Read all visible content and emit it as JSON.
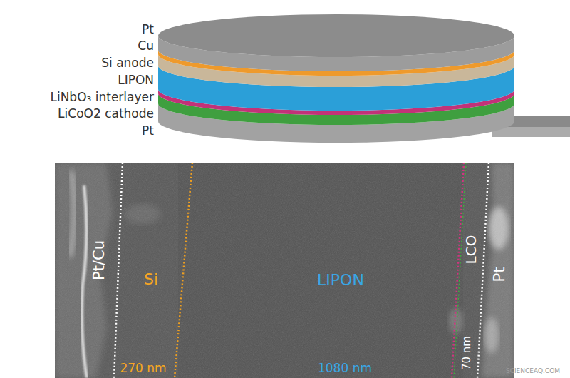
{
  "diagram": {
    "labels": [
      "Pt",
      "Cu",
      "Si anode",
      "LIPON",
      "LiNbO₃ interlayer",
      "LiCoO2 cathode",
      "Pt",
      "Pt/Cu",
      "Si",
      "LIPON",
      "LCO",
      "Pt",
      "270 nm",
      "1080 nm",
      "70 nm",
      "SCIENCEAQ.COM"
    ]
  }
}
